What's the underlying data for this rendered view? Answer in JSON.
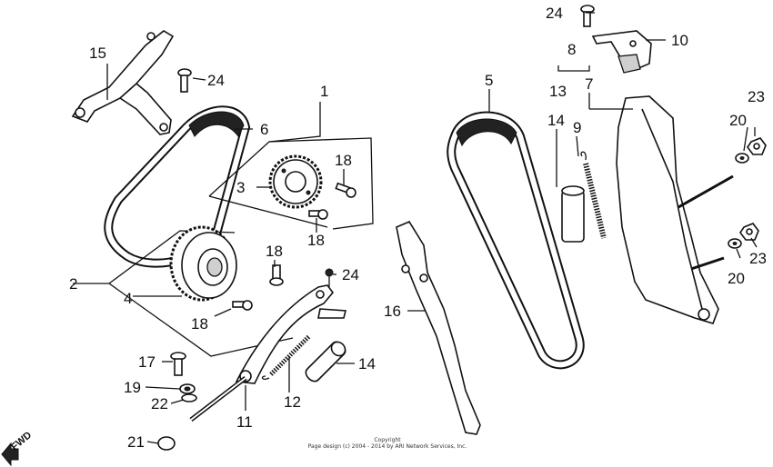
{
  "diagram": {
    "labels": [
      "1",
      "2",
      "3",
      "4",
      "5",
      "6",
      "7",
      "8",
      "9",
      "10",
      "11",
      "12",
      "13",
      "14",
      "14",
      "15",
      "16",
      "17",
      "18",
      "18",
      "18",
      "18",
      "19",
      "20",
      "20",
      "21",
      "22",
      "23",
      "23",
      "24",
      "24",
      "24"
    ],
    "fwd_label": "FWD",
    "copyright_lines": [
      "Copyright",
      "Page design (c) 2004 - 2014 by ARI Network Services, Inc."
    ]
  }
}
